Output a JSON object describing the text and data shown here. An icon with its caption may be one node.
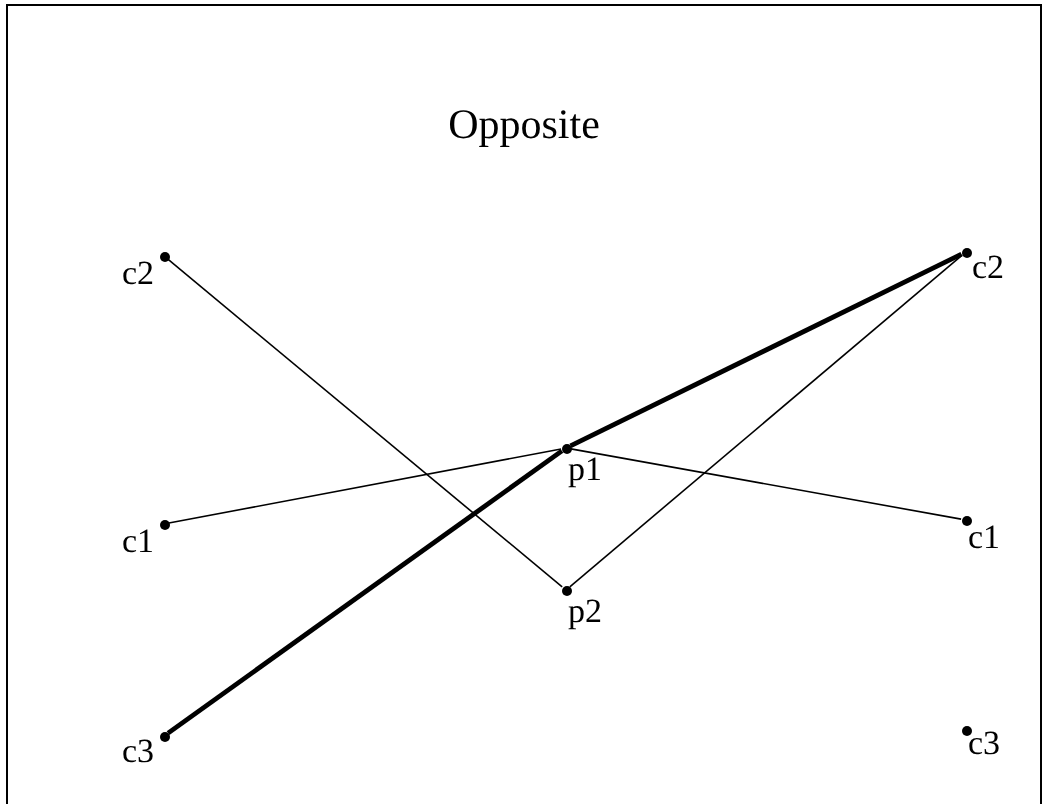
{
  "diagram": {
    "title": "Opposite",
    "nodes": [
      {
        "text": [],
        "shape": "circle",
        "beside": [
          "c2"
        ]
      },
      {
        "text": [],
        "shape": "circle",
        "beside": [
          "c2"
        ]
      },
      {
        "text": [],
        "shape": "circle",
        "beside": [
          "p1"
        ]
      },
      {
        "text": [],
        "shape": "circle",
        "beside": [
          "c1"
        ]
      },
      {
        "text": [],
        "shape": "circle",
        "beside": [
          "c1"
        ]
      },
      {
        "text": [],
        "shape": "circle",
        "beside": [
          "p2"
        ]
      },
      {
        "text": [],
        "shape": "circle",
        "beside": [
          "c3"
        ]
      },
      {
        "text": [],
        "shape": "circle",
        "beside": [
          "c3"
        ]
      }
    ],
    "edges": [
      {
        "from": 0,
        "to": 5,
        "arrow": "none"
      },
      {
        "from": 5,
        "to": 1,
        "arrow": "none"
      },
      {
        "from": 3,
        "to": 2,
        "arrow": "none"
      },
      {
        "from": 2,
        "to": 4,
        "arrow": "none"
      },
      {
        "from": 6,
        "to": 2,
        "arrow": "none",
        "style": "thick"
      },
      {
        "from": 2,
        "to": 1,
        "arrow": "none",
        "style": "thick"
      }
    ]
  }
}
